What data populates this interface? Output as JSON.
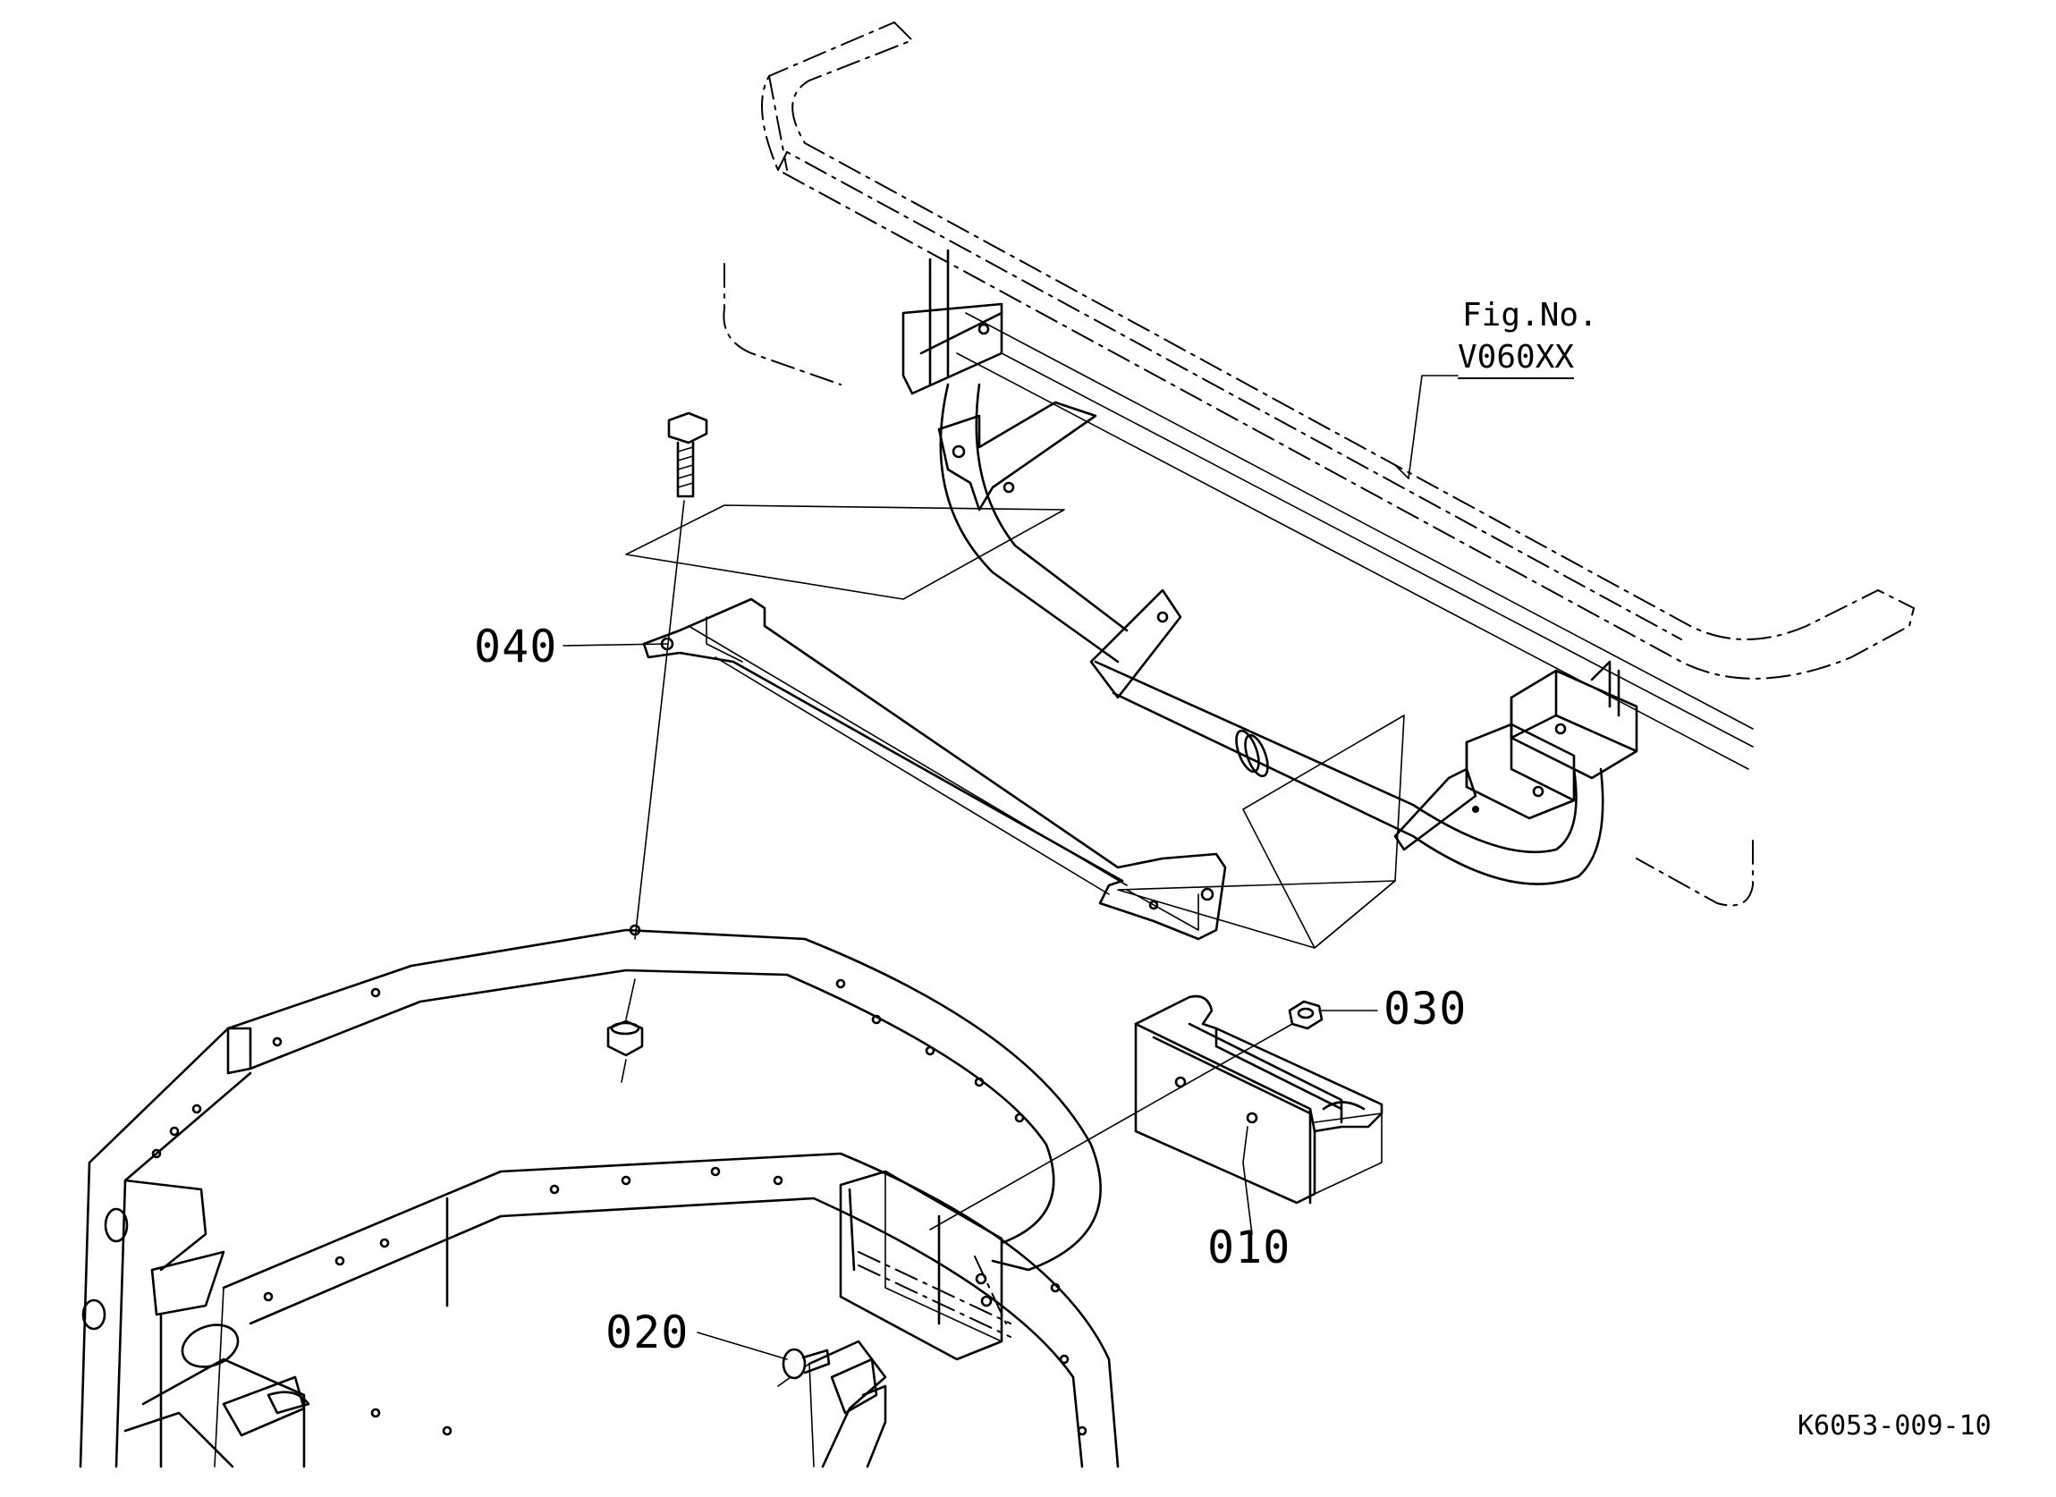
{
  "figure_ref": {
    "line1": "Fig.No.",
    "line2": "V060XX"
  },
  "callouts": [
    {
      "id": "040",
      "text": "040"
    },
    {
      "id": "030",
      "text": "030"
    },
    {
      "id": "010",
      "text": "010"
    },
    {
      "id": "020",
      "text": "020"
    }
  ],
  "drawing_code": "K6053-009-10"
}
